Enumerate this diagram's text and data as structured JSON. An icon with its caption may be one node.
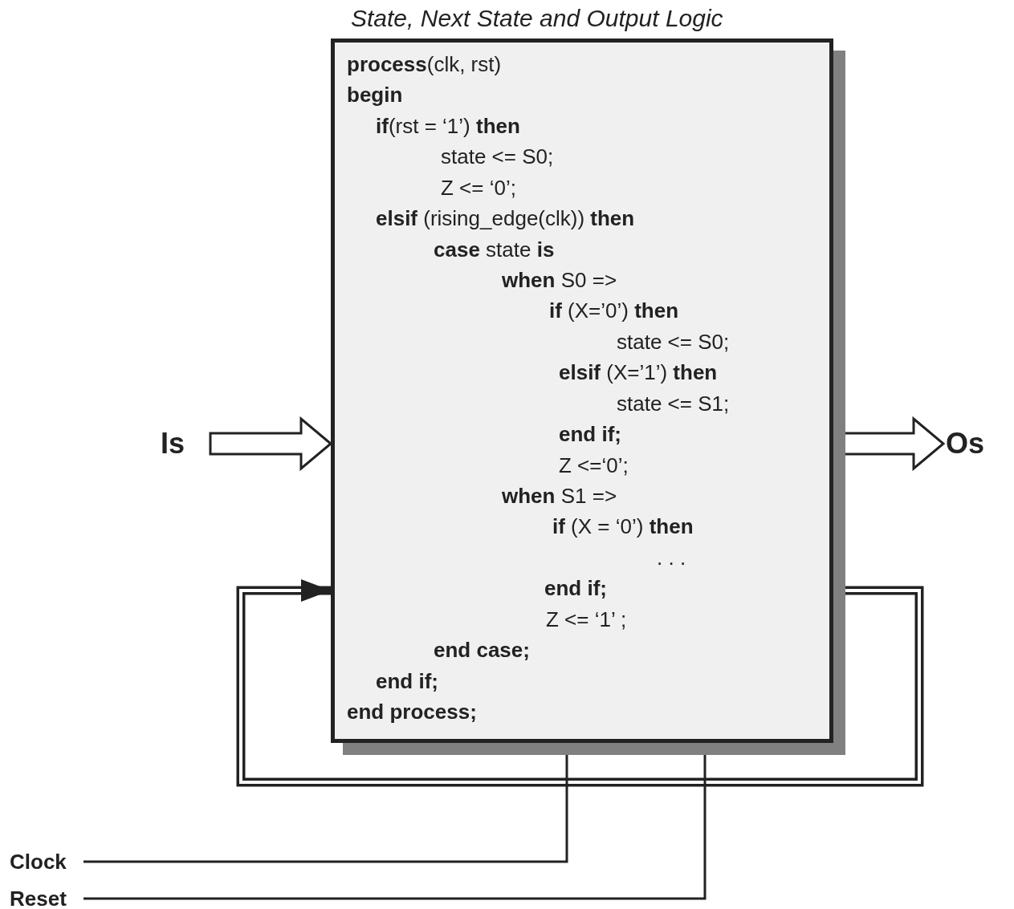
{
  "diagram": {
    "nodes": [
      {
        "text": [
          "State, Next State and Output Logic",
          "**process**(clk, rst)",
          "begin",
          "**if**(rst = ‘1’) **then**",
          "state <= S0;",
          "Z <= ‘0’;",
          "**elsif** (rising_edge(clk)) **then**",
          "**case** state **is**",
          "**when** S0 =>",
          "**if** (X=’0’) **then**",
          "state <= S0;",
          "**elsif** (X=’1’) **then**",
          "state <= S1;",
          "end if;",
          "Z <=‘0’;",
          "**when** S1 =>",
          "**if** (X = ‘0’) **then**",
          ". . .",
          "end if;",
          "Z <= ‘1’ ;",
          "end case;",
          "end if;",
          "end process;"
        ]
      },
      {
        "text": [
          "Is"
        ]
      },
      {
        "text": [
          "Os"
        ]
      },
      {
        "text": [
          "Clock"
        ]
      },
      {
        "text": [
          "Reset"
        ]
      }
    ],
    "edges": [
      {
        "from": 1,
        "to": 0,
        "arrow": "to",
        "style": "thick"
      },
      {
        "from": 0,
        "to": 2,
        "arrow": "to",
        "style": "thick"
      },
      {
        "from": 0,
        "to": 0,
        "arrow": "to",
        "style": "thick"
      },
      {
        "from": 3,
        "to": 0,
        "arrow": "none"
      },
      {
        "from": 4,
        "to": 0,
        "arrow": "none"
      }
    ]
  }
}
